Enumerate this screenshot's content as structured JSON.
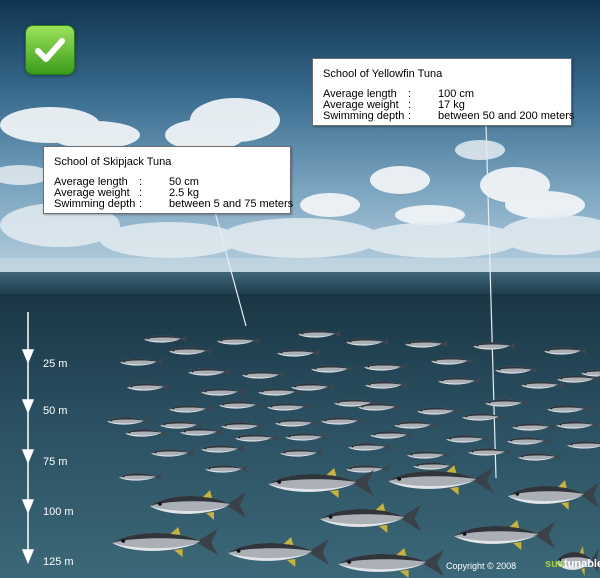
{
  "skipjack": {
    "title": "School of Skipjack Tuna",
    "rows": [
      {
        "label": "Average length",
        "sep": ":",
        "value": "50 cm"
      },
      {
        "label": "Average weight",
        "sep": ":",
        "value": "2.5 kg"
      },
      {
        "label": "Swimming depth",
        "sep": ":",
        "value": "between 5 and 75 meters"
      }
    ]
  },
  "yellowfin": {
    "title": "School of Yellowfin Tuna",
    "rows": [
      {
        "label": "Average length",
        "sep": ":",
        "value": "100 cm"
      },
      {
        "label": "Average weight",
        "sep": ":",
        "value": "17 kg"
      },
      {
        "label": "Swimming depth",
        "sep": ":",
        "value": "between 50 and 200 meters"
      }
    ]
  },
  "depth_scale": {
    "labels": [
      "25 m",
      "50 m",
      "75 m",
      "100 m",
      "125 m"
    ]
  },
  "footer": {
    "copyright": "Copyright © 2008",
    "brand_part1": "sus",
    "brand_part2": "tunable"
  },
  "colors": {
    "check_green": "#4caf24",
    "brand_green": "#9fd03a",
    "fish_body": "#aab0b6",
    "fish_fin_yellow": "#c8b23a"
  }
}
